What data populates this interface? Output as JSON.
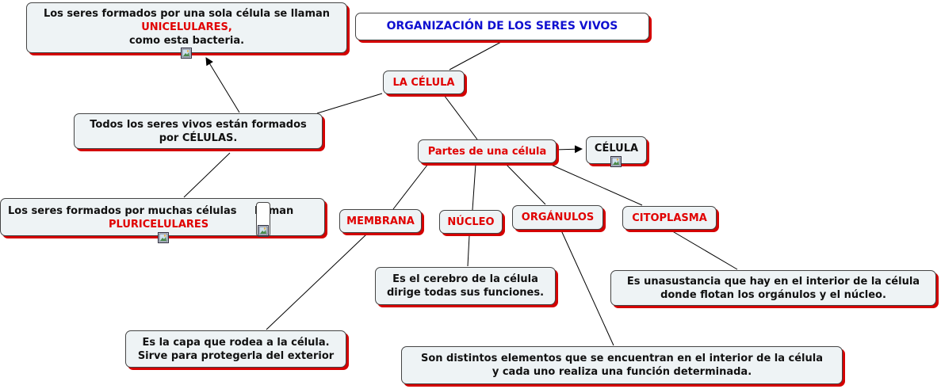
{
  "title": "ORGANIZACIÓN DE LOS SERES VIVOS",
  "celula": "LA CÉLULA",
  "unicelulares": {
    "line1": "Los seres formados por una sola célula se llaman",
    "line2": "UNICELULARES,",
    "line3": "como esta bacteria."
  },
  "todos": {
    "line1": "Todos los seres vivos están formados",
    "line2": "por CÉLULAS."
  },
  "pluricelulares": {
    "line1a": "Los seres formados por muchas células",
    "line1b": "llaman",
    "line2": "PLURICELULARES"
  },
  "partes": "Partes de una célula",
  "celula_img": "CÉLULA",
  "membrana": "MEMBRANA",
  "nucleo": "NÚCLEO",
  "organulos": "ORGÁNULOS",
  "citoplasma": "CITOPLASMA",
  "membrana_desc": {
    "line1": "Es la capa que rodea a la célula.",
    "line2": "Sirve para protegerla del exterior"
  },
  "nucleo_desc": {
    "line1": "Es el cerebro de la célula",
    "line2": "dirige todas sus funciones."
  },
  "organulos_desc": {
    "line1": "Son distintos elementos que se encuentran en el interior de la célula",
    "line2": "y cada uno realiza una función determinada."
  },
  "citoplasma_desc": {
    "line1": "Es unasustancia que hay en el interior de la célula",
    "line2": "donde flotan los orgánulos y el núcleo."
  },
  "colors": {
    "accent_red": "#e00000",
    "title_blue": "#1010d0",
    "shadow": "#d40000",
    "node_bg": "#eef3f5"
  },
  "icons": [
    "image-placeholder-icon"
  ]
}
